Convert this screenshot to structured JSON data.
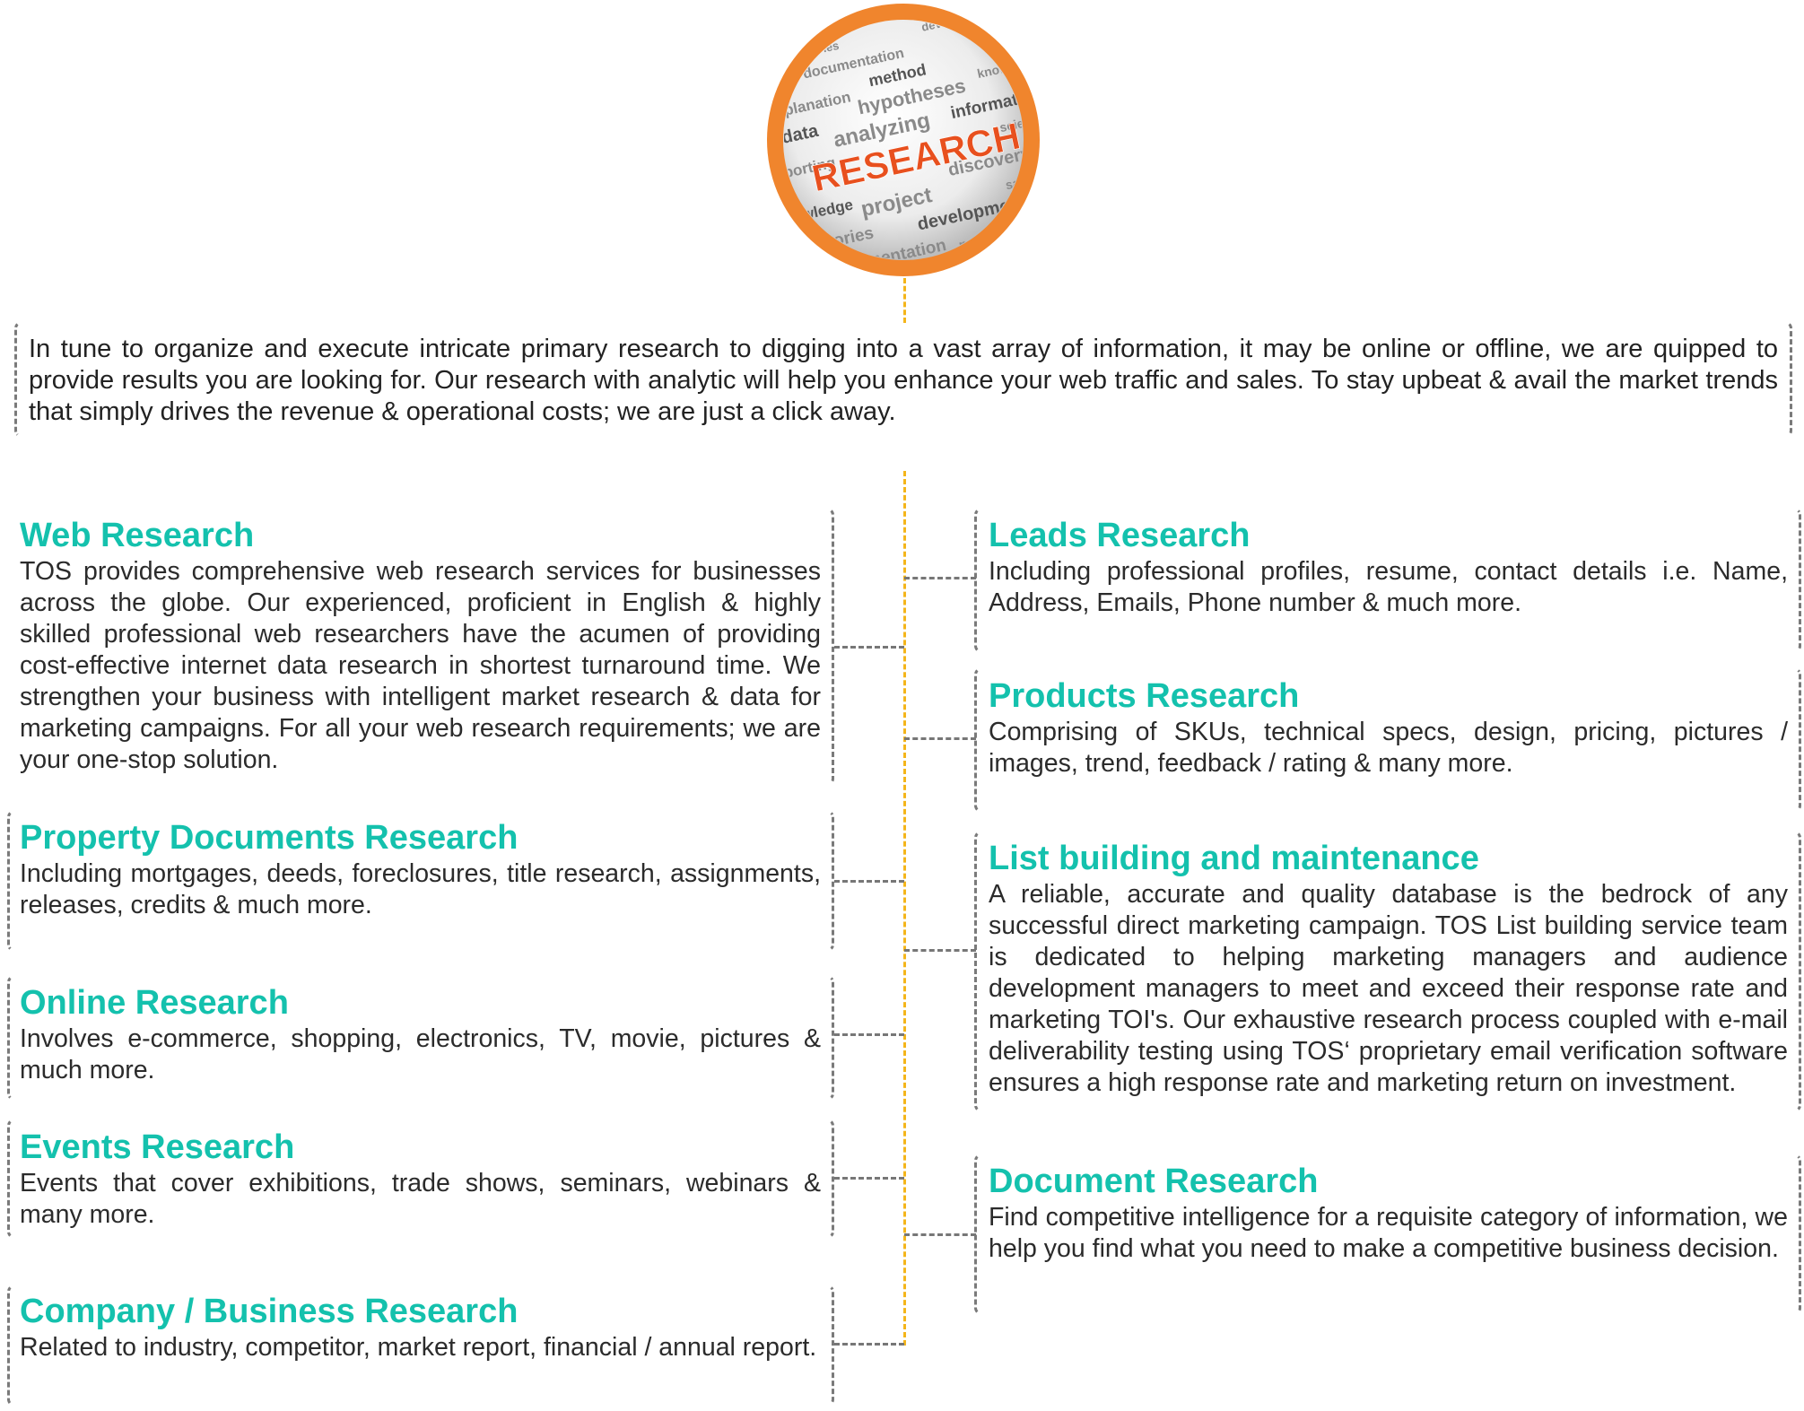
{
  "logo": {
    "headline": "RESEARCH",
    "words": [
      "theories",
      "develop",
      "documentation",
      "method",
      "explanation",
      "hypotheses",
      "know",
      "data",
      "analyzing",
      "information",
      "reporting",
      "science",
      "knowledge",
      "project",
      "discovery",
      "theories",
      "development",
      "documentation",
      "method",
      "explanation",
      "hypotheses",
      "sample"
    ],
    "ring_color": "#f0852d",
    "headline_color": "#e8501e"
  },
  "intro": "In tune to organize and execute intricate primary research to digging into a vast array of information, it may be online or offline, we are quipped to provide results you are looking for. Our research with analytic will help you enhance your web traffic and sales. To stay upbeat & avail the market trends that simply drives the revenue & operational costs; we are just a click away.",
  "left": [
    {
      "title": "Web Research",
      "text": "TOS provides comprehensive web research services for businesses across the globe. Our experienced, proficient in English & highly skilled professional web researchers have the acumen of providing cost-effective internet data research in shortest turnaround time. We strengthen your business with intelligent market research & data for marketing campaigns. For all your web research requirements; we are your one-stop solution."
    },
    {
      "title": "Property Documents Research",
      "text": "Including mortgages, deeds, foreclosures, title research, assignments, releases, credits & much more."
    },
    {
      "title": "Online Research",
      "text": "Involves e-commerce, shopping, electronics, TV, movie, pictures & much more."
    },
    {
      "title": "Events Research",
      "text": "Events that cover exhibitions, trade shows, seminars, webinars & many more."
    },
    {
      "title": "Company / Business Research",
      "text": "Related to industry, competitor, market report, financial / annual report."
    }
  ],
  "right": [
    {
      "title": "Leads Research",
      "text": "Including professional profiles, resume, contact details i.e. Name, Address, Emails, Phone number & much more."
    },
    {
      "title": "Products Research",
      "text": "Comprising of SKUs, technical specs, design, pricing, pictures / images, trend, feedback / rating & many more."
    },
    {
      "title": "List building and maintenance",
      "text": "A reliable, accurate and quality database is the bedrock of any successful direct marketing campaign. TOS List building service team is dedicated to helping marketing managers and audience development managers to meet and exceed their response rate and marketing TOI's. Our exhaustive research process coupled with e-mail deliverability testing using TOS‘ proprietary email verification software ensures a high response rate and marketing return on investment."
    },
    {
      "title": "Document Research",
      "text": "Find competitive intelligence for a requisite category of information, we help you find what you need to make a competitive business decision."
    }
  ],
  "colors": {
    "title": "#14c1ad",
    "connector": "#f4b51a",
    "bracket": "#7a7a7a"
  }
}
